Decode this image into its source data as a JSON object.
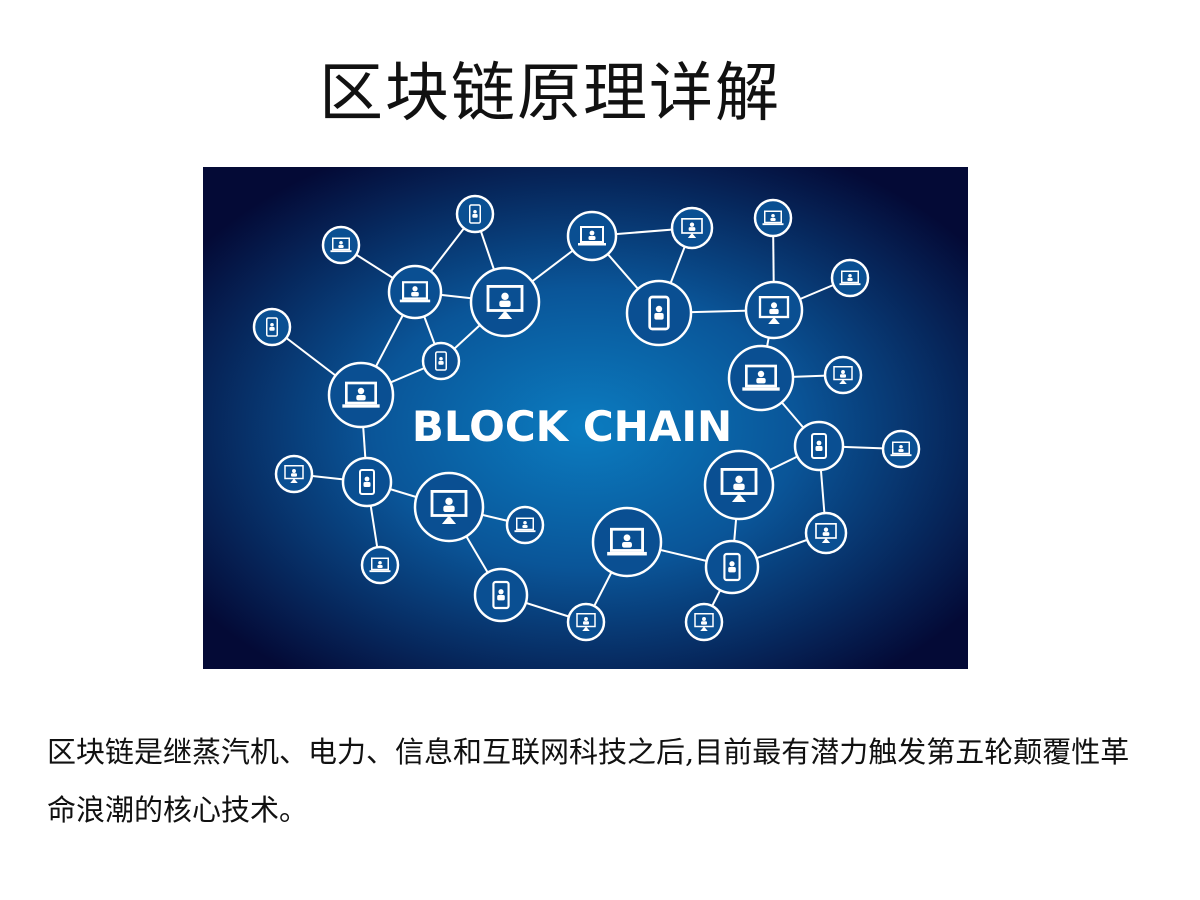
{
  "slide": {
    "title": "区块链原理详解",
    "figure_label": "BLOCK CHAIN",
    "body_text": "区块链是继蒸汽机、电力、信息和互联网科技之后,目前最有潜力触发第五轮颠覆性革命浪潮的核心技术。"
  },
  "colors": {
    "figure_bg_center": "#0a74b8",
    "figure_bg_edge": "#050b3a",
    "network_stroke": "#ffffff"
  },
  "icons": [
    "laptop-icon",
    "monitor-icon",
    "phone-icon",
    "user-icon"
  ]
}
